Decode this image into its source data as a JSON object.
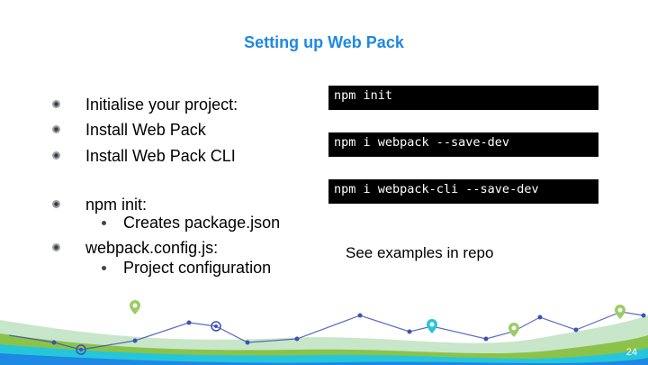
{
  "slide": {
    "title": "Setting up Web Pack",
    "bullets": [
      "Initialise your project:",
      "Install Web Pack",
      "Install Web Pack CLI",
      "npm init:",
      "webpack.config.js:"
    ],
    "sub_bullets": [
      "Creates package.json",
      "Project configuration"
    ],
    "commands": [
      "npm init",
      "npm i webpack --save-dev",
      "npm i webpack-cli --save-dev"
    ],
    "note": "See examples in repo",
    "page_number": "24"
  },
  "colors": {
    "title": "#1e88e5",
    "wave_light": "#c8e6c9",
    "wave_green": "#8bc34a",
    "wave_teal": "#26c6da",
    "wave_blue": "#1e88e5",
    "marker_green": "#9ccc65",
    "marker_teal": "#26c6da"
  },
  "icons": [
    "bullet-icon",
    "location-pin-icon"
  ]
}
